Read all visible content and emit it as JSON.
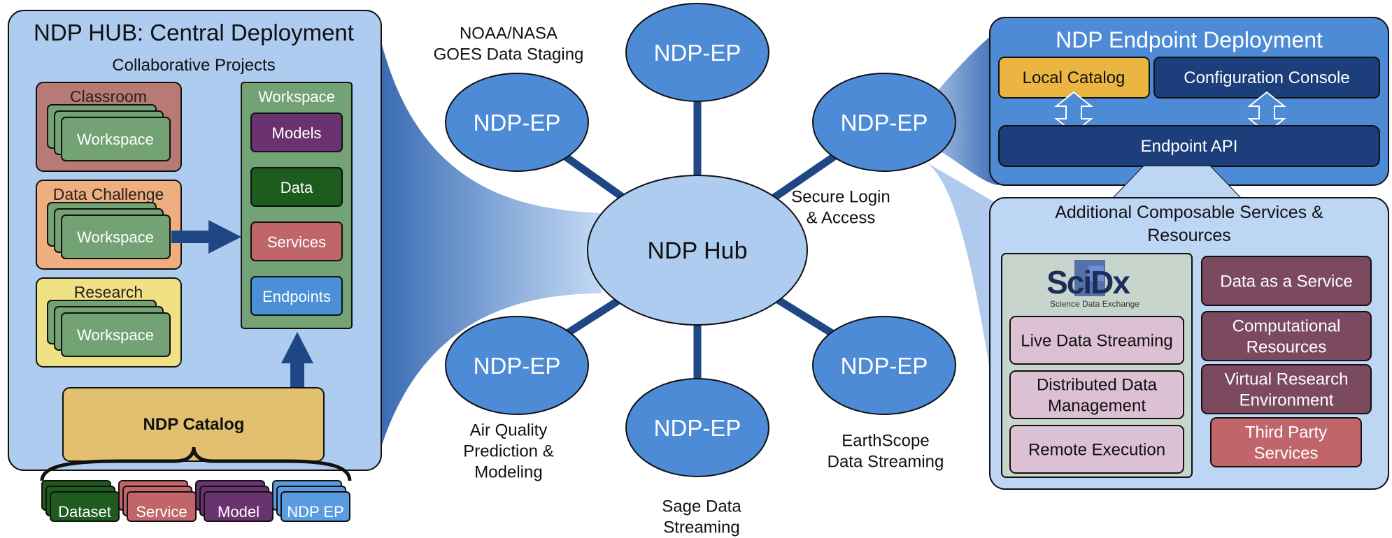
{
  "hub_panel": {
    "title": "NDP HUB: Central Deployment",
    "subtitle": "Collaborative Projects",
    "projects": [
      {
        "label": "Classroom",
        "workspace": "Workspace",
        "color": "#b87a74"
      },
      {
        "label": "Data Challenge",
        "workspace": "Workspace",
        "color": "#efae7f"
      },
      {
        "label": "Research",
        "workspace": "Workspace",
        "color": "#f0e184"
      }
    ],
    "workspace_box": {
      "title": "Workspace",
      "items": [
        {
          "label": "Models",
          "color": "#6b3270"
        },
        {
          "label": "Data",
          "color": "#1c5c1e"
        },
        {
          "label": "Services",
          "color": "#c0666a"
        },
        {
          "label": "Endpoints",
          "color": "#4a8fd8"
        }
      ]
    },
    "catalog": "NDP Catalog",
    "catalog_items": [
      {
        "label": "Dataset",
        "color": "#1f5a1f"
      },
      {
        "label": "Service",
        "color": "#c0666a"
      },
      {
        "label": "Model",
        "color": "#6b3270"
      },
      {
        "label": "NDP EP",
        "color": "#5b9be0"
      }
    ]
  },
  "network": {
    "hub": "NDP Hub",
    "endpoint_label": "NDP-EP",
    "annotations": {
      "noaa": [
        "NOAA/NASA",
        "GOES Data Staging"
      ],
      "secure": [
        "Secure Login",
        "& Access"
      ],
      "air": [
        "Air Quality",
        "Prediction &",
        "Modeling"
      ],
      "sage": [
        "Sage Data",
        "Streaming"
      ],
      "earthscope": [
        "EarthScope",
        "Data Streaming"
      ]
    }
  },
  "endpoint_panel": {
    "title": "NDP Endpoint Deployment",
    "local_catalog": "Local Catalog",
    "config_console": "Configuration Console",
    "api": "Endpoint API"
  },
  "services_panel": {
    "title": [
      "Additional Composable Services &",
      "Resources"
    ],
    "scidx": {
      "logo": "SciDx",
      "tagline": "Science Data Exchange",
      "items": [
        "Live Data Streaming",
        "Distributed Data|Management",
        "Remote Execution"
      ]
    },
    "resources": [
      {
        "label": "Data as a Service",
        "color": "#7b4a5e"
      },
      {
        "label": "Computational|Resources",
        "color": "#7b4a5e"
      },
      {
        "label": "Virtual Research|Environment",
        "color": "#7b4a5e"
      },
      {
        "label": "Third Party|Services",
        "color": "#c0666a"
      }
    ]
  }
}
